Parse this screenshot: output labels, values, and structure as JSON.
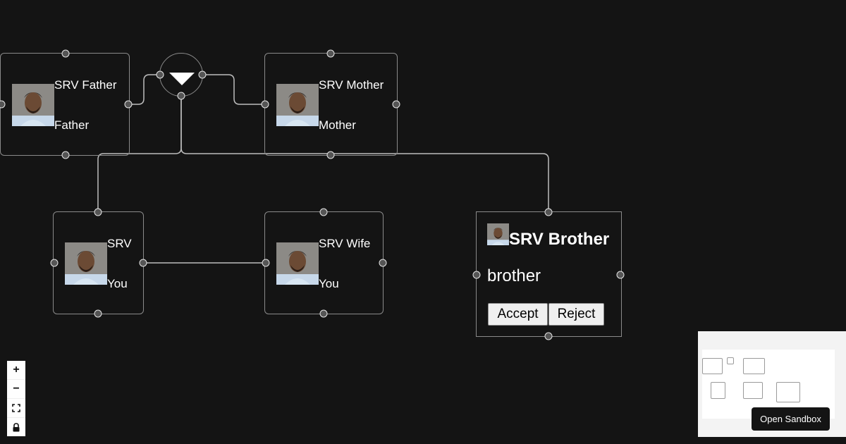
{
  "nodes": {
    "father": {
      "name": "SRV Father",
      "role": "Father"
    },
    "mother": {
      "name": "SRV Mother",
      "role": "Mother"
    },
    "you": {
      "name": "SRV",
      "role": "You"
    },
    "wife": {
      "name": "SRV Wife",
      "role": "You"
    }
  },
  "brother_card": {
    "name": "SRV Brother",
    "relation": "brother",
    "accept_label": "Accept",
    "reject_label": "Reject"
  },
  "controls": {
    "zoom_in": "+",
    "zoom_out": "−"
  },
  "sandbox": {
    "label": "Open Sandbox"
  },
  "colors": {
    "background": "#141414",
    "edge": "#bdbdbd",
    "node_border": "#8a8a8a"
  }
}
